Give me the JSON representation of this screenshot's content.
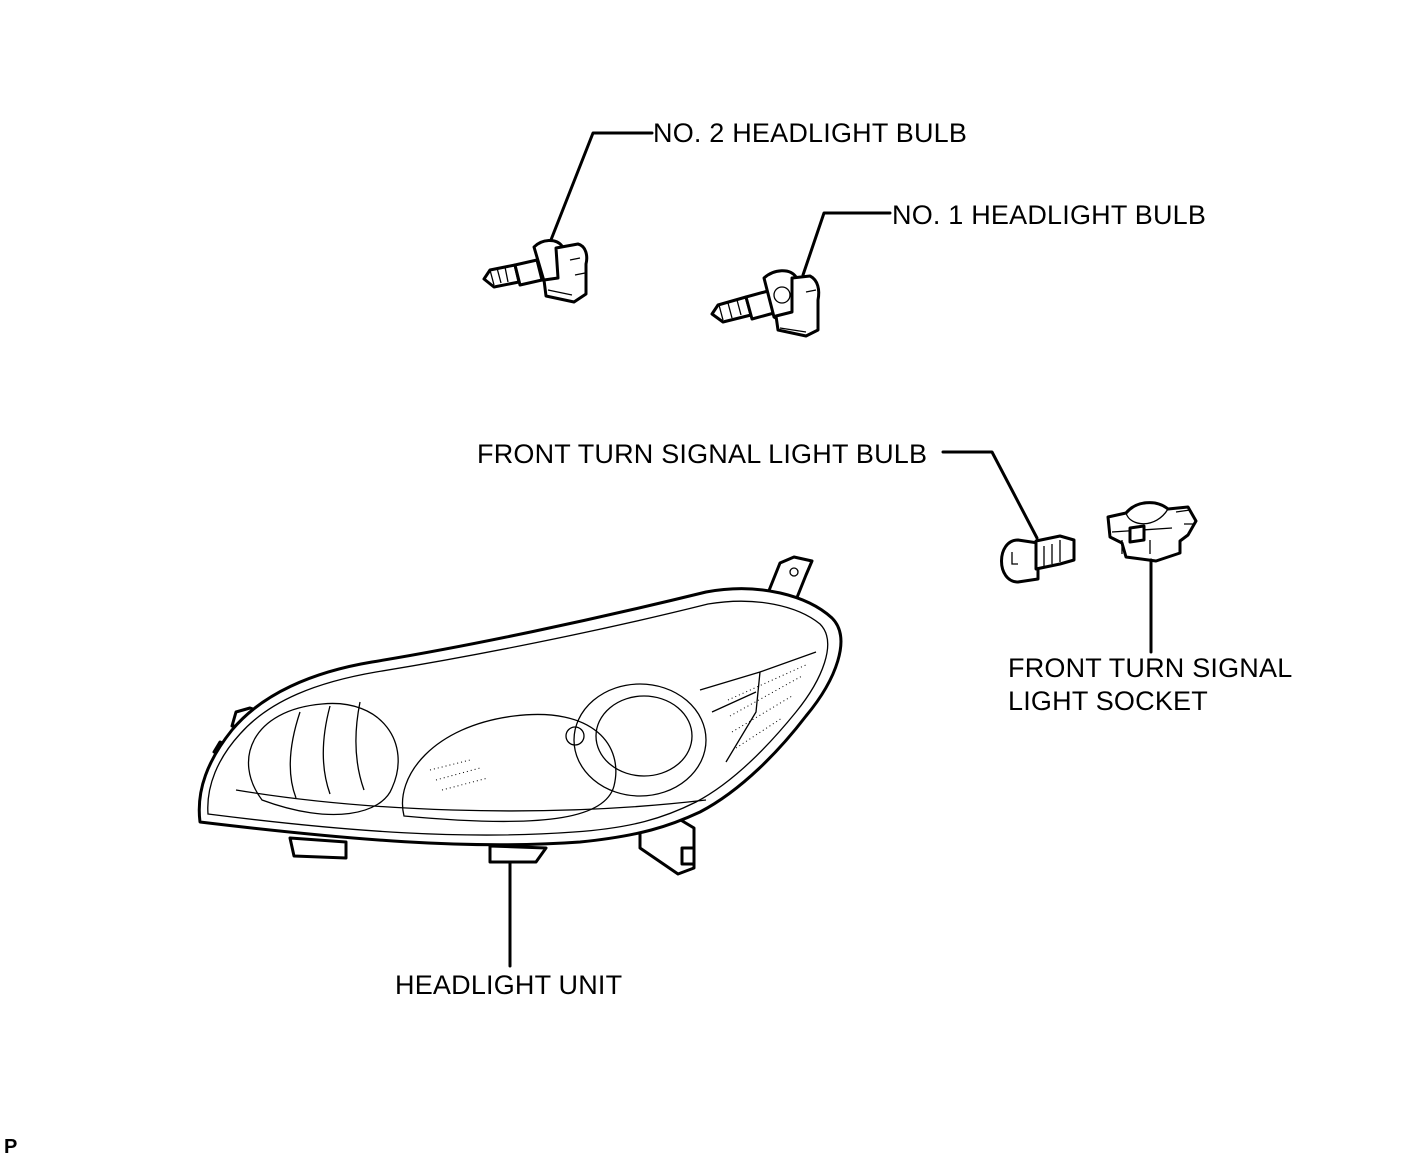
{
  "labels": {
    "no2_bulb": "NO. 2 HEADLIGHT BULB",
    "no1_bulb": "NO. 1 HEADLIGHT BULB",
    "turn_bulb": "FRONT TURN SIGNAL LIGHT BULB",
    "turn_socket_line1": "FRONT TURN SIGNAL",
    "turn_socket_line2": "LIGHT SOCKET",
    "headlight_unit": "HEADLIGHT UNIT"
  },
  "figure_code": "P"
}
